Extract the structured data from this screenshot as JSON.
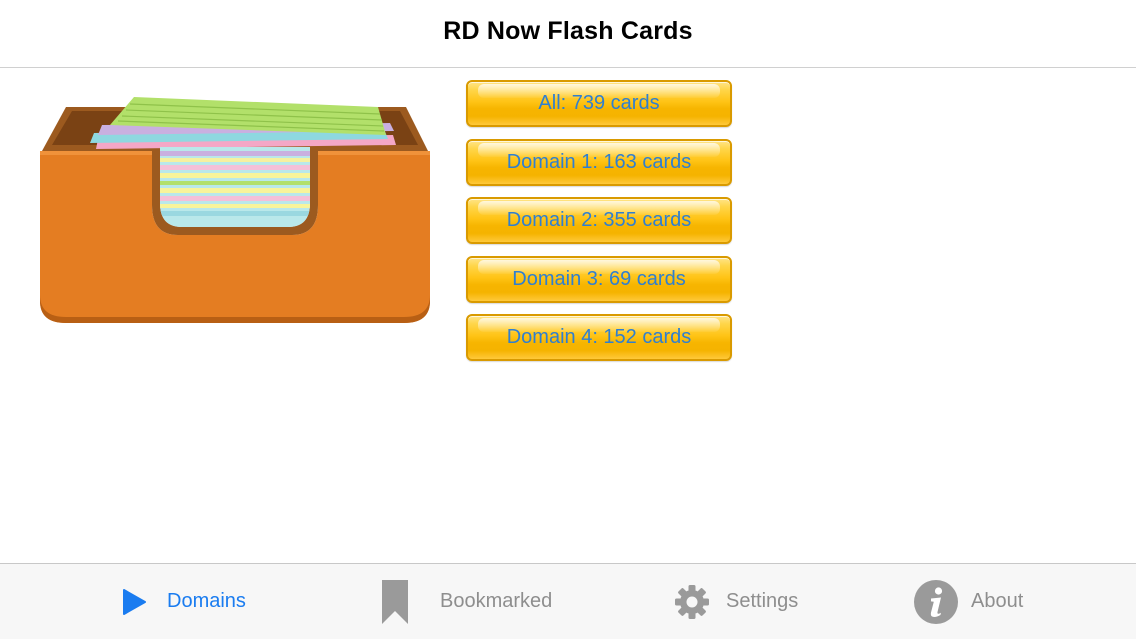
{
  "nav": {
    "title": "RD Now Flash Cards"
  },
  "decks": [
    {
      "label": "All: 739 cards",
      "count": 739
    },
    {
      "label": "Domain 1: 163 cards",
      "count": 163
    },
    {
      "label": "Domain 2: 355 cards",
      "count": 355
    },
    {
      "label": "Domain 3: 69 cards",
      "count": 69
    },
    {
      "label": "Domain 4: 152 cards",
      "count": 152
    }
  ],
  "tabs": [
    {
      "label": "Domains",
      "icon": "play-icon",
      "active": true
    },
    {
      "label": "Bookmarked",
      "icon": "bookmark-icon",
      "active": false
    },
    {
      "label": "Settings",
      "icon": "gear-icon",
      "active": false
    },
    {
      "label": "About",
      "icon": "info-icon",
      "active": false
    }
  ],
  "colors": {
    "accent": "#1a7cf0",
    "tab_inactive": "#8e8e8e",
    "button_text": "#2f7fd1",
    "button_gold": "#f7b500",
    "card_box_orange": "#e47d22"
  }
}
